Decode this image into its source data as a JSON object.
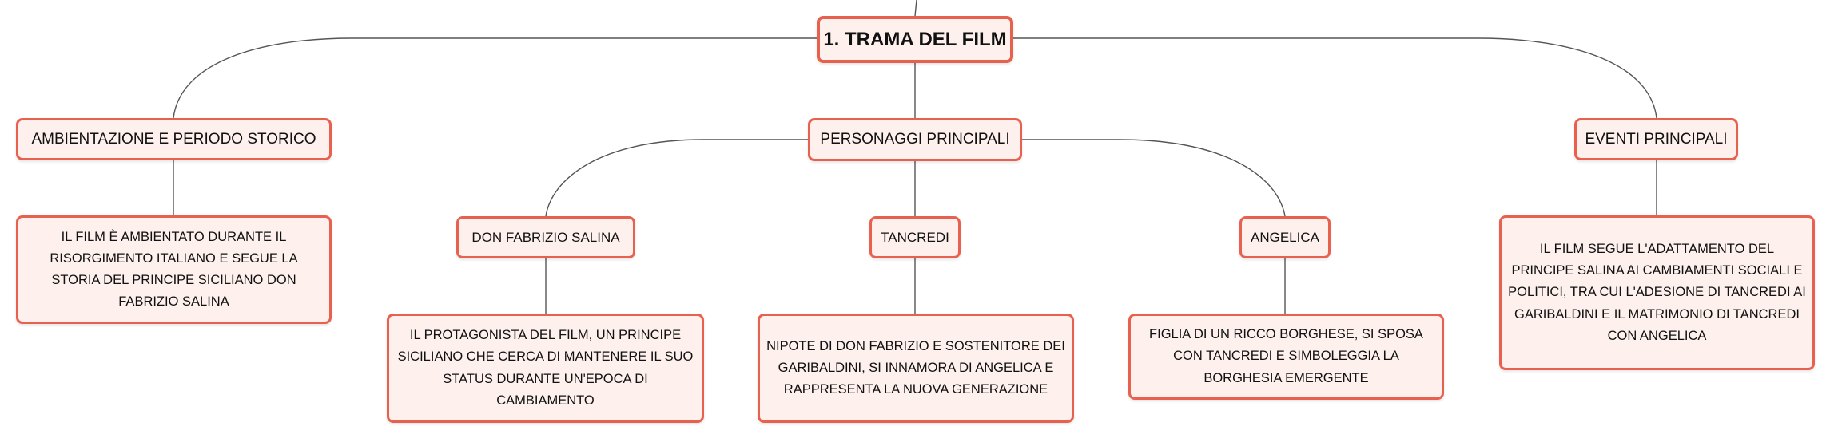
{
  "root": {
    "label": "1. TRAMA DEL FILM"
  },
  "branches": {
    "ambientazione": {
      "label": "AMBIENTAZIONE E PERIODO STORICO",
      "description": "IL FILM È AMBIENTATO DURANTE IL RISORGIMENTO ITALIANO E SEGUE LA STORIA DEL PRINCIPE SICILIANO DON FABRIZIO SALINA"
    },
    "personaggi": {
      "label": "PERSONAGGI PRINCIPALI",
      "children": {
        "don_fabrizio": {
          "label": "DON FABRIZIO SALINA",
          "description": "IL PROTAGONISTA DEL FILM, UN PRINCIPE SICILIANO CHE CERCA DI MANTENERE IL SUO STATUS DURANTE UN'EPOCA DI CAMBIAMENTO"
        },
        "tancredi": {
          "label": "TANCREDI",
          "description": "NIPOTE DI DON FABRIZIO E SOSTENITORE DEI GARIBALDINI, SI INNAMORA DI ANGELICA E RAPPRESENTA LA NUOVA GENERAZIONE"
        },
        "angelica": {
          "label": "ANGELICA",
          "description": "FIGLIA DI UN RICCO BORGHESE, SI SPOSA CON TANCREDI E SIMBOLEGGIA LA BORGHESIA EMERGENTE"
        }
      }
    },
    "eventi": {
      "label": "EVENTI PRINCIPALI",
      "description": "IL FILM SEGUE L'ADATTAMENTO DEL PRINCIPE SALINA AI CAMBIAMENTI SOCIALI E POLITICI, TRA CUI L'ADESIONE DI TANCREDI AI GARIBALDINI E IL MATRIMONIO DI TANCREDI CON ANGELICA"
    }
  }
}
